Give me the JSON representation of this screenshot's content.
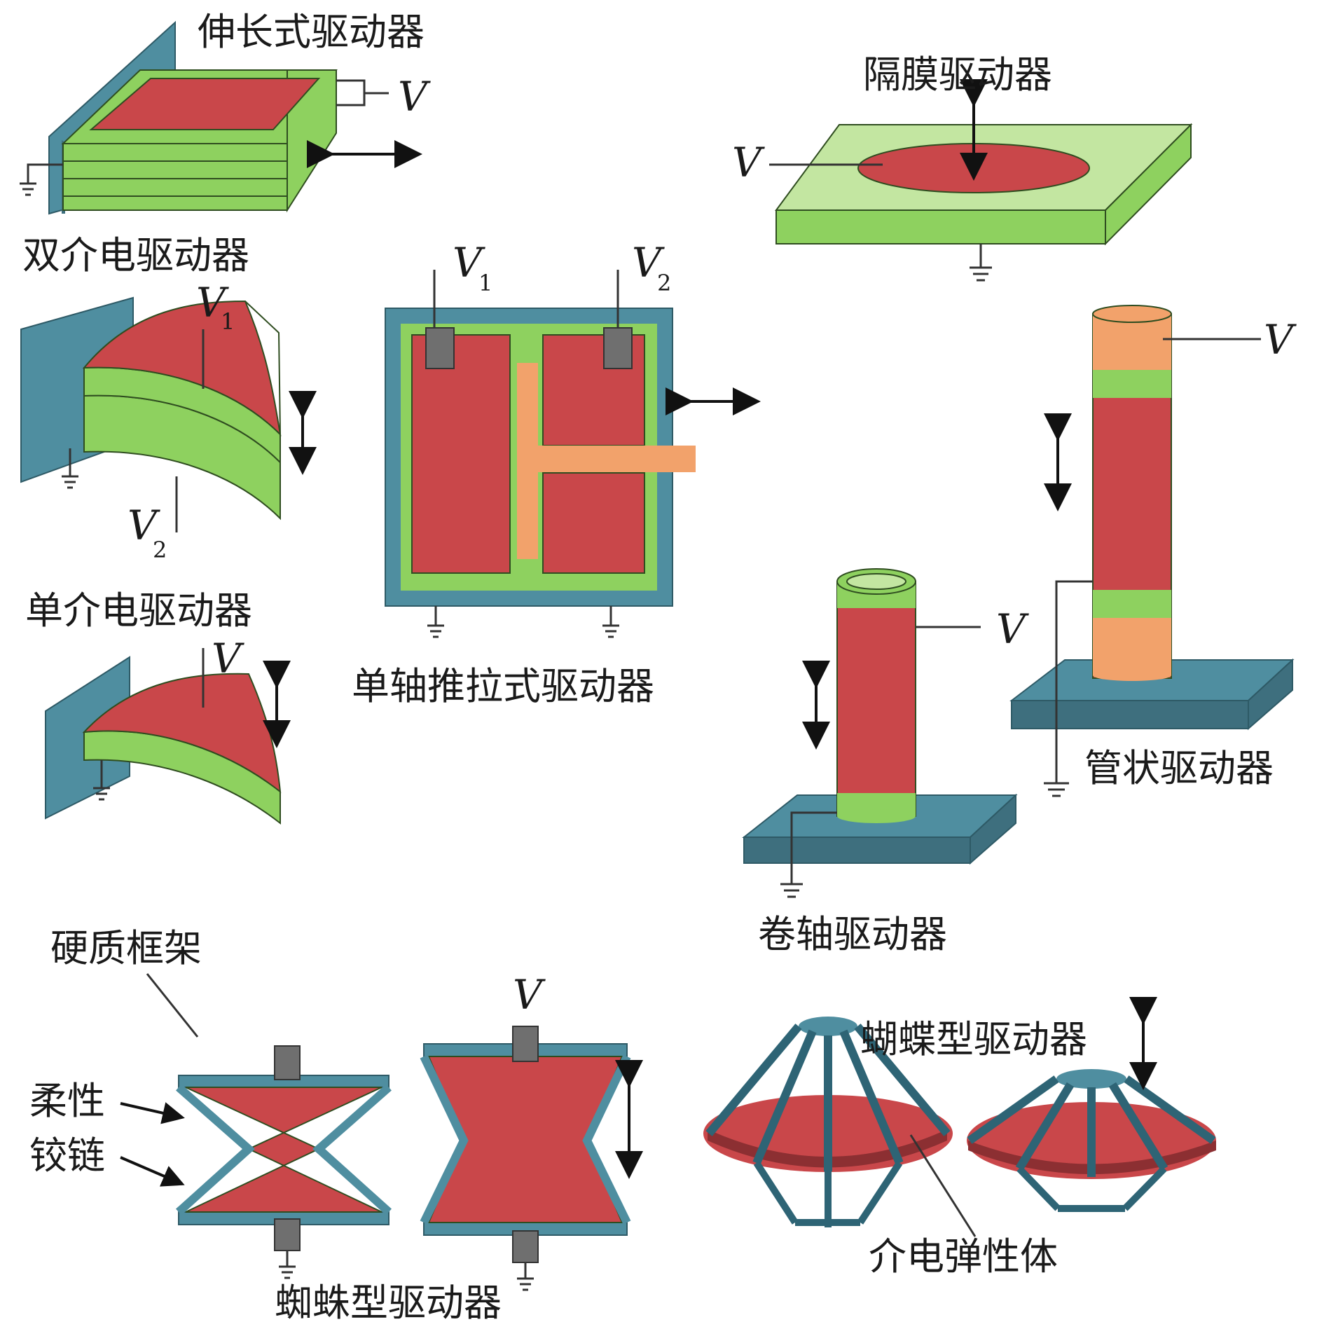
{
  "colors": {
    "red": "#c9474a",
    "green": "#8ed15f",
    "light_green": "#c3e6a1",
    "blue": "#4f8ea0",
    "dark_blue": "#3e6f7e",
    "orange": "#f2a26b",
    "gray": "#6f6f6f"
  },
  "labels": {
    "extension": "伸长式驱动器",
    "double_dielectric": "双介电驱动器",
    "single_dielectric": "单介电驱动器",
    "diaphragm": "隔膜驱动器",
    "uniaxial": "单轴推拉式驱动器",
    "tubular": "管状驱动器",
    "rolled": "卷轴驱动器",
    "rigid_frame": "硬质框架",
    "flexible_hinge_1": "柔性",
    "flexible_hinge_2": "铰链",
    "spider": "蜘蛛型驱动器",
    "butterfly": "蝴蝶型驱动器",
    "dielectric_elastomer": "介电弹性体"
  },
  "voltage": {
    "v": "V",
    "sub_1": "1",
    "sub_2": "2"
  }
}
